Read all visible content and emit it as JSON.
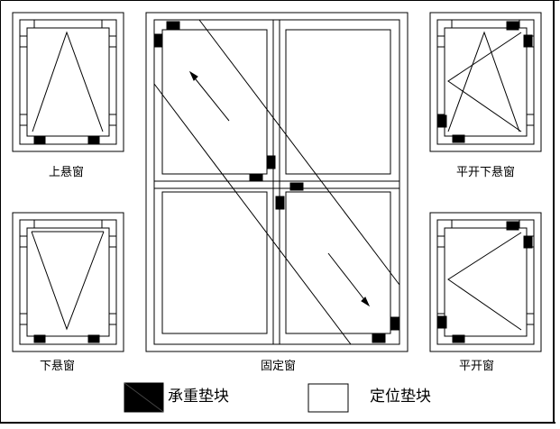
{
  "labels": {
    "top_hung": "上悬窗",
    "bottom_hung": "下悬窗",
    "fixed": "固定窗",
    "tilt_turn": "平开下悬窗",
    "casement": "平开窗"
  },
  "legend": {
    "load_block": "承重垫块",
    "locating_block": "定位垫块"
  },
  "colors": {
    "line": "#000000",
    "block": "#000000",
    "background": "#ffffff"
  }
}
